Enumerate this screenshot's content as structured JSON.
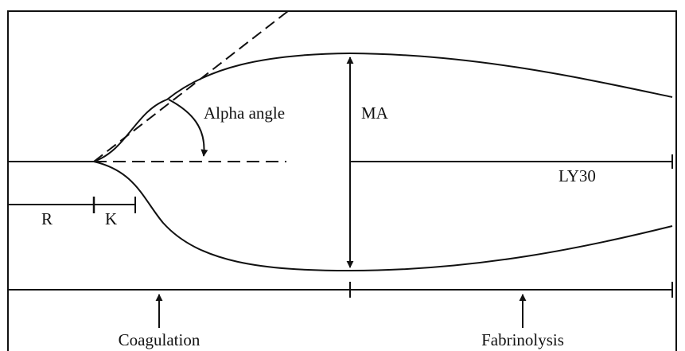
{
  "labels": {
    "alpha_angle": "Alpha angle",
    "ma": "MA",
    "ly30": "LY30",
    "r": "R",
    "k": "K",
    "coagulation": "Coagulation",
    "fibrinolysis": "Fabrinolysis"
  },
  "colors": {
    "line": "#111111",
    "background": "#ffffff"
  }
}
